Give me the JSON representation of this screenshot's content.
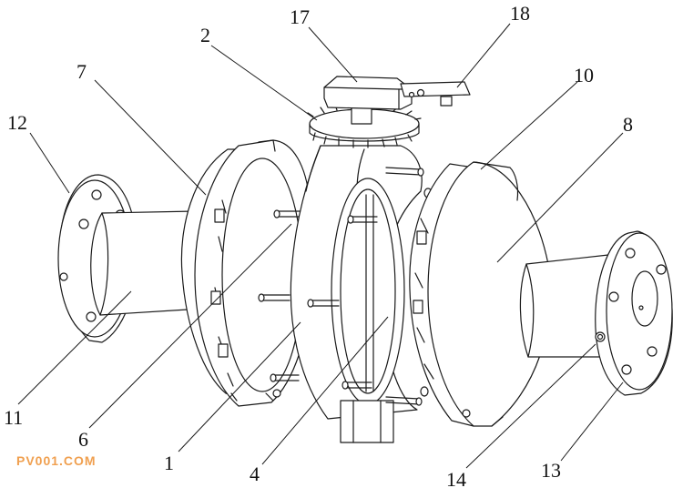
{
  "labels": {
    "l1": "1",
    "l2": "2",
    "l4": "4",
    "l6": "6",
    "l7": "7",
    "l8": "8",
    "l10": "10",
    "l11": "11",
    "l12": "12",
    "l13": "13",
    "l14": "14",
    "l17": "17",
    "l18": "18"
  },
  "watermark": {
    "text": "PV001.COM",
    "color": "#f0a050"
  }
}
